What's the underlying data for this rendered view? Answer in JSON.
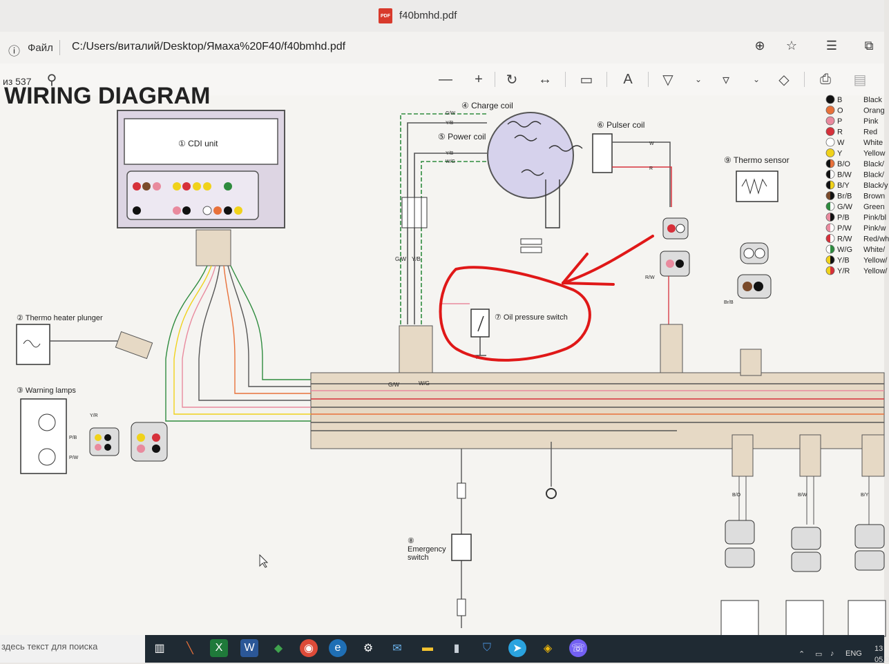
{
  "window": {
    "title": "f40bmhd.pdf",
    "pdf_badge": "PDF"
  },
  "addressbar": {
    "info_icon": "ⓘ",
    "file_label": "Файл",
    "path": "C:/Users/виталий/Desktop/Ямаха%20F40/f40bmhd.pdf"
  },
  "toolbar": {
    "page_of": "из 537"
  },
  "diagram": {
    "heading": "WIRING DIAGRAM",
    "components": {
      "cdi": "① CDI unit",
      "charge_coil": "④ Charge coil",
      "power_coil": "⑤ Power coil",
      "pulser_coil": "⑥ Pulser coil",
      "thermo_sensor": "⑨ Thermo sensor",
      "thermo_plunger": "② Thermo heater plunger",
      "warning_lamps": "③ Warning lamps",
      "oil_switch": "⑦ Oil pressure switch",
      "emergency_num": "⑧",
      "emergency_1": "Emergency",
      "emergency_2": "switch"
    },
    "wire_labels": {
      "gw": "G/W",
      "yb": "Y/B",
      "wg": "W/G",
      "w": "W",
      "r": "R",
      "b": "B",
      "p": "P",
      "rw": "R/W",
      "brb": "Br/B",
      "bo": "B/O",
      "bw": "B/W",
      "by": "B/Y",
      "yr": "Y/R",
      "pb": "P/B",
      "pw": "P/W",
      "y": "Y"
    },
    "legend": [
      {
        "code": "B",
        "name": "Black",
        "c1": "#111111",
        "c2": "#111111"
      },
      {
        "code": "O",
        "name": "Orang",
        "c1": "#e8713a",
        "c2": "#e8713a"
      },
      {
        "code": "P",
        "name": "Pink",
        "c1": "#e98a9e",
        "c2": "#e98a9e"
      },
      {
        "code": "R",
        "name": "Red",
        "c1": "#d6303a",
        "c2": "#d6303a"
      },
      {
        "code": "W",
        "name": "White",
        "c1": "#ffffff",
        "c2": "#ffffff"
      },
      {
        "code": "Y",
        "name": "Yellow",
        "c1": "#f0d21a",
        "c2": "#f0d21a"
      },
      {
        "code": "B/O",
        "name": "Black/",
        "c1": "#111111",
        "c2": "#e8713a"
      },
      {
        "code": "B/W",
        "name": "Black/",
        "c1": "#111111",
        "c2": "#ffffff"
      },
      {
        "code": "B/Y",
        "name": "Black/y",
        "c1": "#111111",
        "c2": "#f0d21a"
      },
      {
        "code": "Br/B",
        "name": "Brown",
        "c1": "#7a4a2a",
        "c2": "#111111"
      },
      {
        "code": "G/W",
        "name": "Green",
        "c1": "#2e8b3e",
        "c2": "#ffffff"
      },
      {
        "code": "P/B",
        "name": "Pink/bl",
        "c1": "#e98a9e",
        "c2": "#111111"
      },
      {
        "code": "P/W",
        "name": "Pink/w",
        "c1": "#e98a9e",
        "c2": "#ffffff"
      },
      {
        "code": "R/W",
        "name": "Red/wh",
        "c1": "#d6303a",
        "c2": "#ffffff"
      },
      {
        "code": "W/G",
        "name": "White/",
        "c1": "#ffffff",
        "c2": "#2e8b3e"
      },
      {
        "code": "Y/B",
        "name": "Yellow/",
        "c1": "#f0d21a",
        "c2": "#111111"
      },
      {
        "code": "Y/R",
        "name": "Yellow/",
        "c1": "#f0d21a",
        "c2": "#d6303a"
      }
    ]
  },
  "taskbar": {
    "search_placeholder": "здесь текст для поиска",
    "lang": "ENG",
    "time": "13",
    "date": "05.0"
  },
  "colors": {
    "accent_annotation": "#e01818",
    "harness": "#e6d9c5",
    "cdi_fill": "#ddd5e3",
    "coil_fill": "#d6d2ec"
  },
  "icons": {
    "zoom_out": "—",
    "zoom_in": "+",
    "rotate": "↻",
    "fit": "↔",
    "page_view": "▭",
    "read_aloud": "A",
    "draw": "▽",
    "highlight": "▿",
    "erase": "◇",
    "print": "⎙",
    "save": "▤",
    "zoom": "⊕",
    "favorite": "☆",
    "favorites": "☰",
    "collections": "⧉",
    "search": "⚲"
  }
}
